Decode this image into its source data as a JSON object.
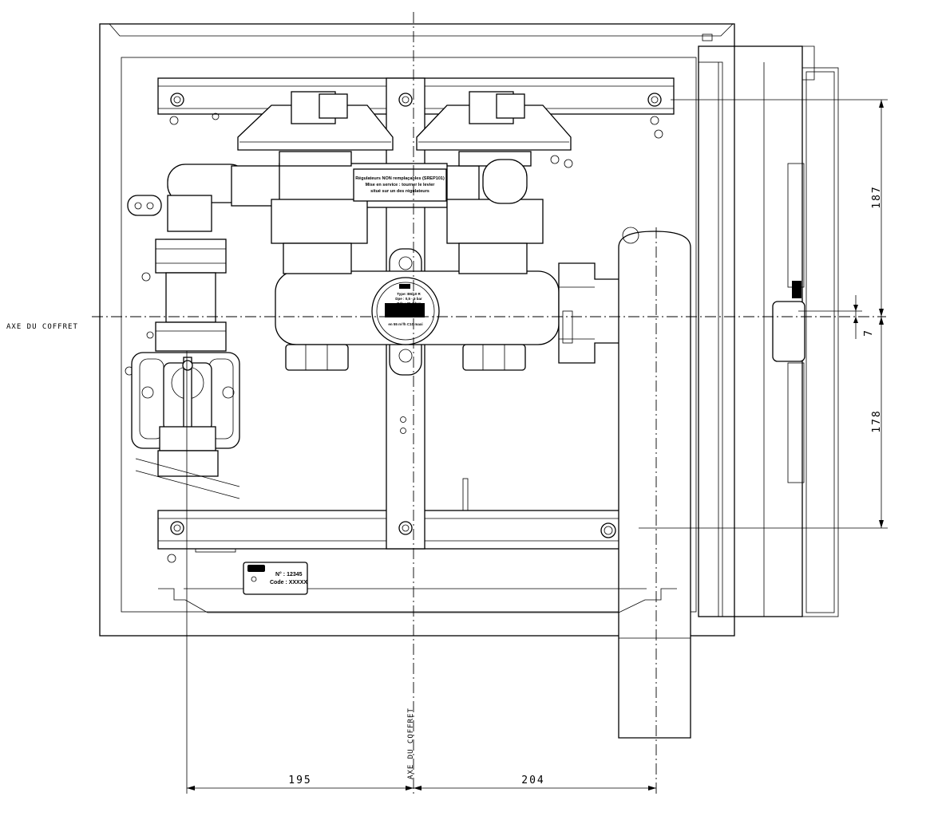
{
  "axis_label_horizontal": "AXE DU COFFRET",
  "axis_label_vertical": "AXE DU COFFRET",
  "dimensions": {
    "left_width": "195",
    "right_width": "204",
    "top_height": "187",
    "bottom_height": "178",
    "offset": "7"
  },
  "warning_label": {
    "line1": "Régulateurs NON remplaçables (SREP101)",
    "line2": "Mise en service : tourner le levier",
    "line3": "situé sur un des régulateurs"
  },
  "gauge_label": {
    "line1": "Type: B6/10 R",
    "line2": "Dpe : 0,5 - 5 bar",
    "line3": "Pds : 25 mbar",
    "line4": "en 55 m³/h C10 maxi"
  },
  "nameplate": {
    "number": "N° : 12345",
    "code": "Code : XXXXX"
  }
}
